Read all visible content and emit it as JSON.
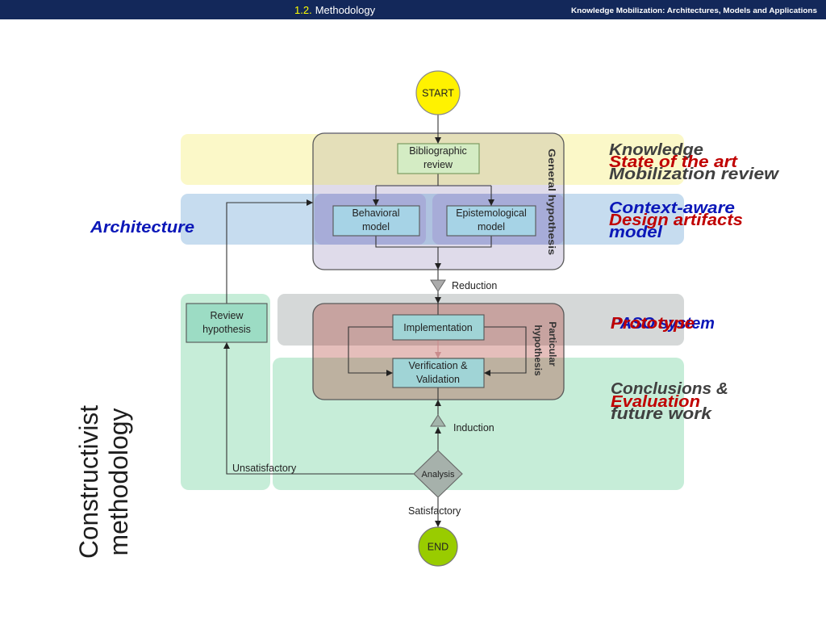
{
  "header": {
    "section_number": "1.2.",
    "section_title": "Methodology",
    "presentation_title": "Knowledge Mobilization: Architectures, Models and Applications"
  },
  "colors": {
    "header_background": "#13285a",
    "section_number": "#ffff00",
    "start_node": "#fff200",
    "end_node": "#99cc00",
    "label_blue": "#0b17b8",
    "label_red": "#c00000",
    "label_gray": "#404040"
  },
  "flowchart": {
    "start": "START",
    "end": "END",
    "general_hypothesis": "General hypothesis",
    "bibliographic_review": [
      "Bibliographic",
      "review"
    ],
    "behavioral_model": [
      "Behavioral",
      "model"
    ],
    "epistemological_model": [
      "Epistemological",
      "model"
    ],
    "reduction": "Reduction",
    "particular_hypothesis": [
      "Particular",
      "hypothesis"
    ],
    "implementation": "Implementation",
    "verification_validation": [
      "Verification &",
      "Validation"
    ],
    "induction": "Induction",
    "analysis": "Analysis",
    "unsatisfactory": "Unsatisfactory",
    "satisfactory": "Satisfactory",
    "review_hypothesis": [
      "Review",
      "hypothesis"
    ]
  },
  "labels": {
    "architecture": "Architecture",
    "methodology": [
      "Constructivist",
      "methodology"
    ],
    "knowledge_mobilization_review": [
      "Knowledge",
      "Mobilization review"
    ],
    "state_of_the_art": "State of the art",
    "context_aware_model": [
      "Context-aware",
      "model"
    ],
    "design_artifacts": "Design artifacts",
    "paso_system": "PASO system",
    "prototype": "Prototype",
    "conclusions_future_work": [
      "Conclusions &",
      "future work"
    ],
    "evaluation": "Evaluation"
  }
}
